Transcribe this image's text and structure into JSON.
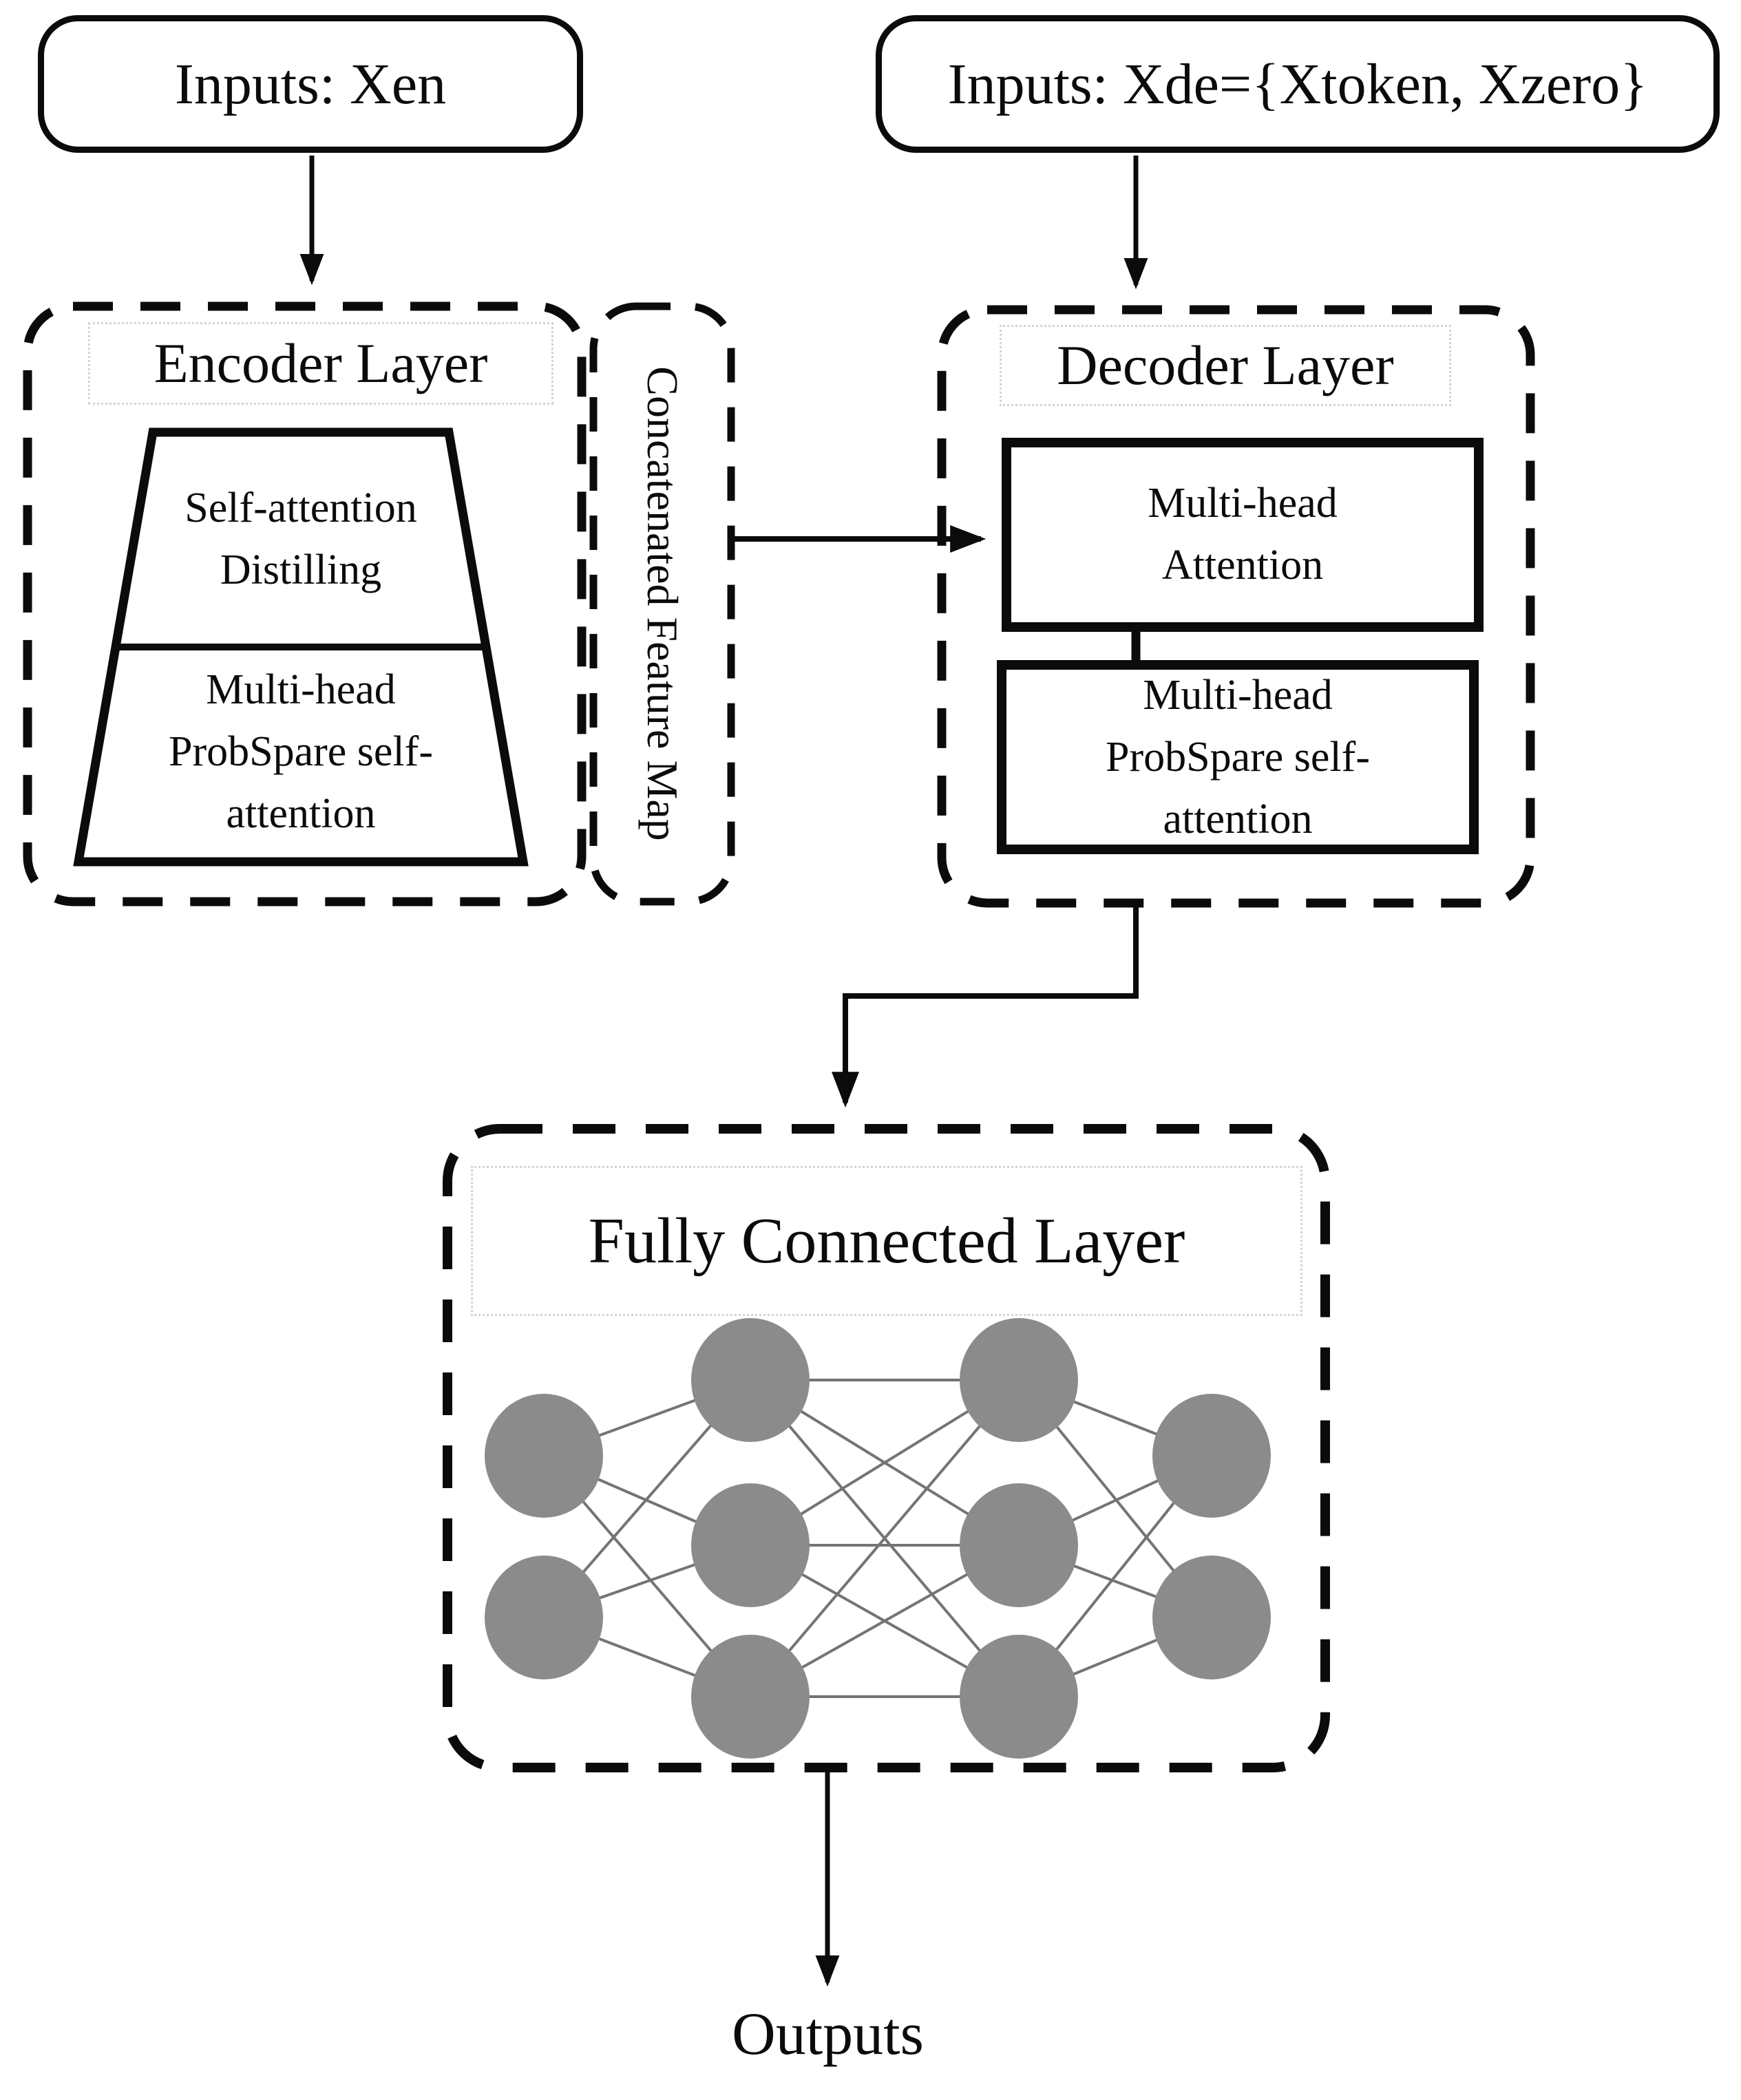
{
  "colors": {
    "node_fill": "#8b8b8b",
    "edge_stroke": "#747474",
    "line": "#0b0b0b"
  },
  "inputs": {
    "encoder": "Inputs: Xen",
    "decoder": "Inputs: Xde={Xtoken, Xzero}"
  },
  "encoder": {
    "title": "Encoder Layer",
    "trapezoid_top": "Self-attention\nDistilling",
    "trapezoid_bottom": "Multi-head\nProbSpare self-\nattention"
  },
  "feature_map_label": "Concatenated Feature Map",
  "decoder": {
    "title": "Decoder Layer",
    "box_top": "Multi-head\nAttention",
    "box_bottom": "Multi-head\nProbSpare self-\nattention"
  },
  "fully_connected": {
    "title": "Fully Connected Layer",
    "network_layers": [
      2,
      3,
      3,
      2
    ]
  },
  "outputs_label": "Outputs"
}
